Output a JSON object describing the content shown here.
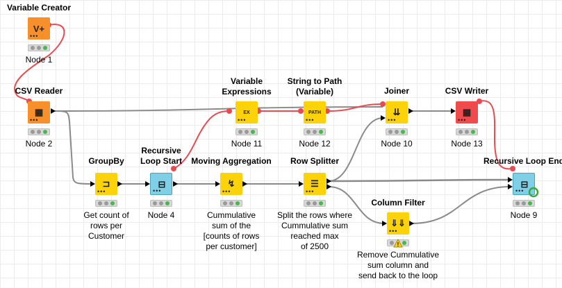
{
  "colors": {
    "source": "#f7902a",
    "manipulator": "#fcd20b",
    "sink": "#ef4b4d",
    "loop": "#7fd0e6",
    "flow_variable_edge": "#e84a4f",
    "data_edge": "#8a8a8a",
    "status_ok": "#47b84a"
  },
  "nodes": [
    {
      "id": "n1",
      "title": "Variable Creator",
      "label": "Node 1",
      "icon": "variable-creator-icon",
      "kind": "source",
      "glyph": "V+"
    },
    {
      "id": "n2",
      "title": "CSV Reader",
      "label": "Node 2",
      "icon": "csv-reader-icon",
      "kind": "source",
      "glyph": "▦"
    },
    {
      "id": "groupby",
      "title": "GroupBy",
      "label": "Get count of\nrows per\nCustomer",
      "icon": "groupby-icon",
      "kind": "manipulator",
      "glyph": "⊐"
    },
    {
      "id": "n4",
      "title": "Recursive\nLoop Start",
      "label": "Node 4",
      "icon": "loop-start-icon",
      "kind": "loop",
      "glyph": "⊟"
    },
    {
      "id": "movagg",
      "title": "Moving Aggregation",
      "label": "Cummulative\nsum of the\n[counts of rows\nper customer]",
      "icon": "moving-aggregation-icon",
      "kind": "manipulator",
      "glyph": "↯"
    },
    {
      "id": "n11",
      "title": "Variable\nExpressions",
      "label": "Node 11",
      "icon": "variable-expressions-icon",
      "kind": "manipulator",
      "glyph": "EX"
    },
    {
      "id": "n12",
      "title": "String to Path\n(Variable)",
      "label": "Node 12",
      "icon": "string-to-path-icon",
      "kind": "manipulator",
      "glyph": "PATH"
    },
    {
      "id": "rowsplit",
      "title": "Row Splitter",
      "label": "Split the rows where\nCummulative sum\nreached max\nof 2500",
      "icon": "row-splitter-icon",
      "kind": "manipulator",
      "glyph": "☰"
    },
    {
      "id": "n10",
      "title": "Joiner",
      "label": "Node 10",
      "icon": "joiner-icon",
      "kind": "manipulator",
      "glyph": "⇊"
    },
    {
      "id": "n13",
      "title": "CSV Writer",
      "label": "Node 13",
      "icon": "csv-writer-icon",
      "kind": "sink",
      "glyph": "▦"
    },
    {
      "id": "colfilter",
      "title": "Column Filter",
      "label": "Remove Cummulative\nsum column and\nsend back to the loop",
      "icon": "column-filter-icon",
      "kind": "manipulator",
      "glyph": "⇓⇓"
    },
    {
      "id": "n9",
      "title": "Recursive Loop End",
      "label": "Node 9",
      "icon": "loop-end-icon",
      "kind": "loop",
      "glyph": "⊟"
    }
  ],
  "warning_icon": "warning-icon"
}
